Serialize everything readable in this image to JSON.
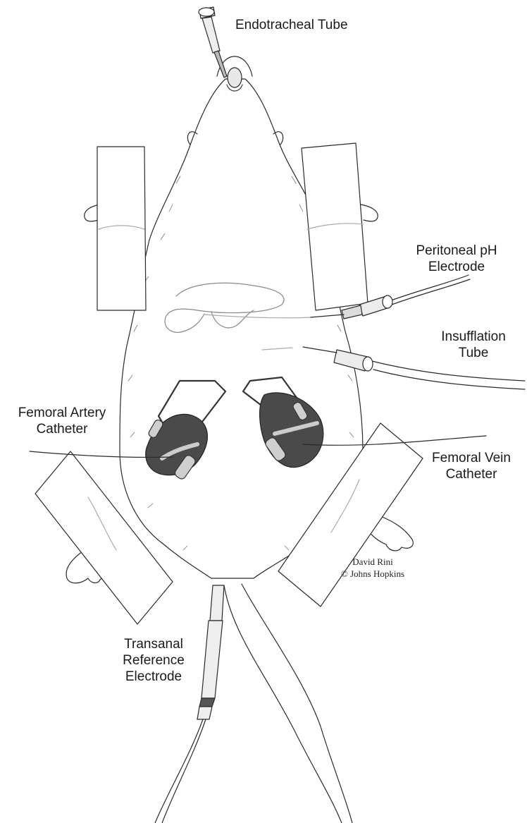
{
  "labels": {
    "endotracheal": "Endotracheal Tube",
    "peritoneal": [
      "Peritoneal pH",
      "Electrode"
    ],
    "insufflation": [
      "Insufflation",
      "Tube"
    ],
    "femoral_artery": [
      "Femoral Artery",
      "Catheter"
    ],
    "femoral_vein": [
      "Femoral Vein",
      "Catheter"
    ],
    "transanal": [
      "Transanal",
      "Reference",
      "Electrode"
    ]
  },
  "credit": [
    "David Rini",
    "© Johns Hopkins"
  ],
  "colors": {
    "line": "#2a2a2a",
    "fur_shade": "#555555",
    "wound": "#3a3a3a",
    "tape": "#ffffff"
  }
}
